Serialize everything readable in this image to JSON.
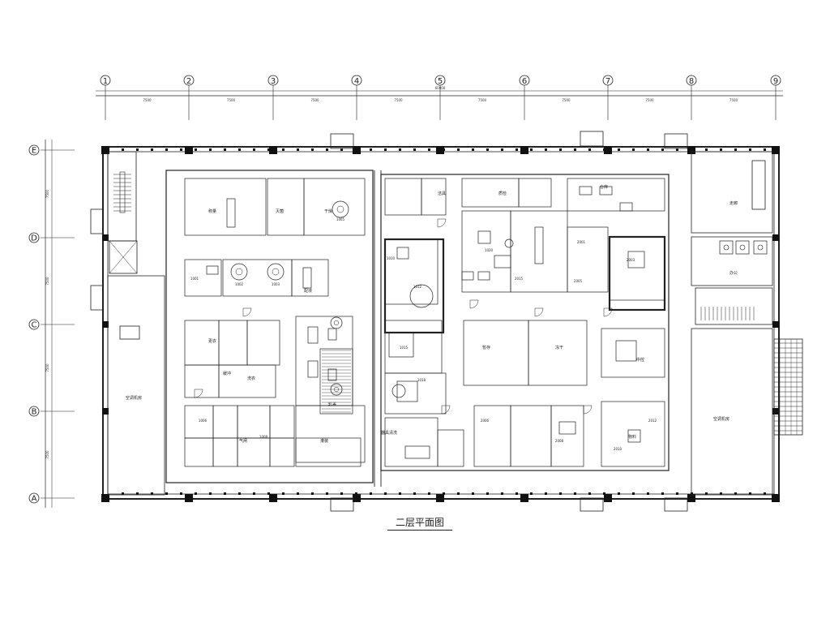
{
  "title": "二层平面图",
  "grid_columns": [
    "1",
    "2",
    "3",
    "4",
    "5",
    "6",
    "7",
    "8",
    "9"
  ],
  "grid_rows": [
    "E",
    "D",
    "C",
    "B",
    "A"
  ],
  "dimensions": {
    "top_segments": [
      "7500",
      "7500",
      "7500",
      "7500",
      "7500",
      "7500",
      "7500",
      "7500"
    ],
    "top_total": "60000",
    "left_segments": [
      "7500",
      "7500",
      "7500",
      "7500"
    ]
  },
  "rooms": [
    {
      "label": "空调机房"
    },
    {
      "label": "空调机房"
    },
    {
      "label": "更衣"
    },
    {
      "label": "缓冲"
    },
    {
      "label": "称量"
    },
    {
      "label": "洗衣"
    },
    {
      "label": "干燥"
    },
    {
      "label": "灭菌"
    },
    {
      "label": "配液"
    },
    {
      "label": "气闸"
    },
    {
      "label": "器具清洗"
    },
    {
      "label": "洁具"
    },
    {
      "label": "暂存"
    },
    {
      "label": "冻干"
    },
    {
      "label": "灌装"
    },
    {
      "label": "轧盖"
    },
    {
      "label": "质检"
    },
    {
      "label": "仓库"
    },
    {
      "label": "办公"
    },
    {
      "label": "走廊"
    },
    {
      "label": "物料"
    },
    {
      "label": "中控"
    }
  ],
  "equipment_codes": [
    "1001",
    "1002",
    "1003",
    "1005",
    "1006",
    "1008",
    "1010",
    "1012",
    "1015",
    "1018",
    "1020",
    "2001",
    "2003",
    "2005",
    "2006",
    "2008",
    "2010",
    "2012",
    "2015"
  ]
}
